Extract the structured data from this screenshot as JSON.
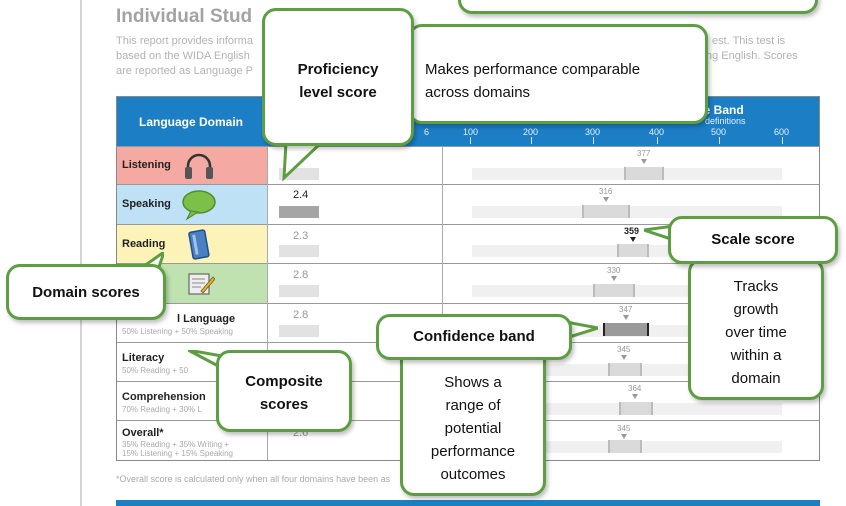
{
  "report": {
    "title": "Individual Stud",
    "title_end": "",
    "intro_lines_left": [
      "This report provides informa",
      "based on the WIDA English",
      "are reported as Language P"
    ],
    "intro_lines_right": [
      "est. This test is",
      "ng English. Scores",
      ""
    ],
    "header": {
      "domain": "Language Domain",
      "band": "ce Band",
      "band_sub": "definitions",
      "prof_tick": "6",
      "ticks": [
        "100",
        "200",
        "300",
        "400",
        "500",
        "600"
      ]
    },
    "rows": [
      {
        "label": "Listening",
        "sub": "",
        "plevel": "",
        "scale": "377",
        "color": "#f4a9a3",
        "icon": "headphones-icon"
      },
      {
        "label": "Speaking",
        "sub": "",
        "plevel": "2.4",
        "scale": "316",
        "color": "#bfe1f5",
        "icon": "speech-bubble-icon"
      },
      {
        "label": "Reading",
        "sub": "",
        "plevel": "2.3",
        "scale": "359",
        "color": "#fbf3b7",
        "icon": "book-icon"
      },
      {
        "label": "",
        "sub": "",
        "plevel": "2.8",
        "scale": "330",
        "color": "#bfe2b0",
        "icon": "writing-icon"
      },
      {
        "label": "Oral Language",
        "label_visible": "l Language",
        "sub": "50% Listening + 50% Speaking",
        "plevel": "2.8",
        "scale": "347",
        "color": "#ffffff"
      },
      {
        "label": "Literacy",
        "sub": "50% Reading + 50",
        "plevel": "",
        "scale": "345",
        "color": "#ffffff"
      },
      {
        "label": "Comprehension",
        "sub": "70% Reading + 30% L",
        "plevel": "",
        "scale": "364",
        "color": "#ffffff"
      },
      {
        "label": "Overall*",
        "sub": "35% Reading + 35% Writing +",
        "sub2": "15% Listening + 15% Speaking",
        "plevel": "2.6",
        "scale": "345",
        "color": "#ffffff"
      }
    ],
    "footnote": "*Overall score is calculated only when all four domains have been as"
  },
  "callouts": {
    "proficiency": "Proficiency level score",
    "proficiency_l1": "Proficiency",
    "proficiency_l2": "level score",
    "comparable_l1": "Makes performance comparable",
    "comparable_l2": "across domains",
    "scale": "Scale score",
    "tracks": [
      "Tracks",
      "growth",
      "over time",
      "within a",
      "domain"
    ],
    "domain_scores": "Domain scores",
    "confidence": "Confidence band",
    "composite_l1": "Composite",
    "composite_l2": "scores",
    "shows": [
      "Shows a",
      "range of",
      "potential",
      "performance",
      "outcomes"
    ]
  },
  "colors": {
    "callout_border": "#5e9e42",
    "header_blue": "#1c7fc6"
  }
}
